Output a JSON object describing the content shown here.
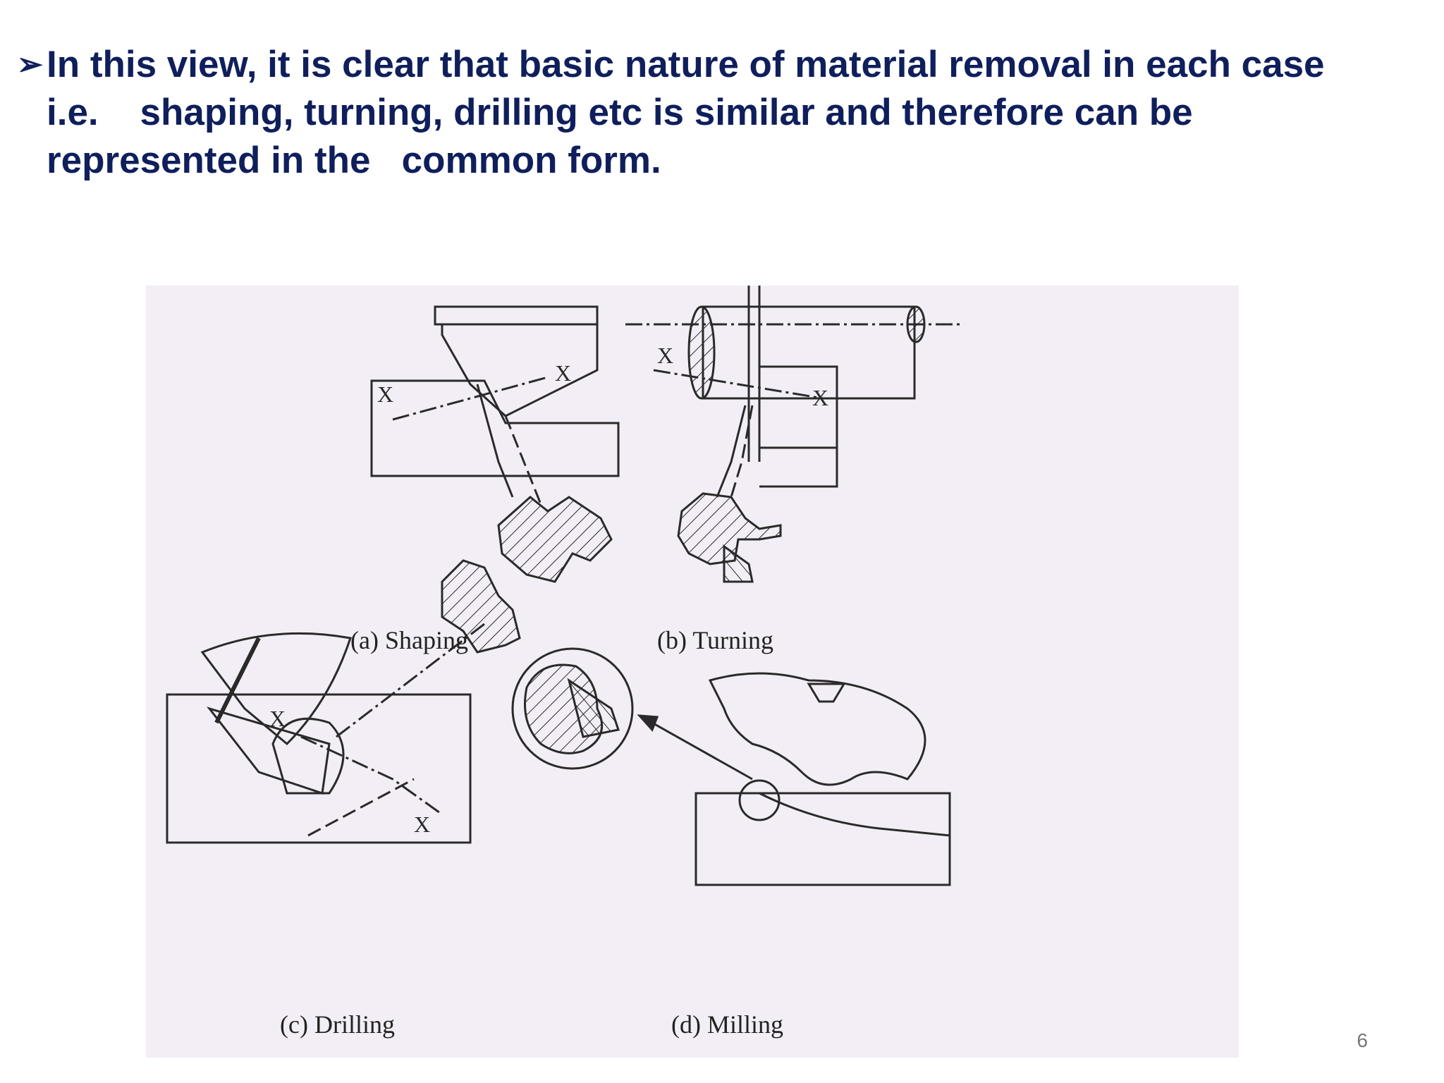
{
  "slide": {
    "bullet_marker": "➢",
    "bullet_lines": [
      "In this view, it is clear that basic nature of material removal in each case",
      "i.e.    shaping, turning, drilling etc is similar and therefore can be",
      "represented in the   common form."
    ],
    "page_number": "6"
  },
  "figure": {
    "captions": {
      "shaping": "(a) Shaping",
      "turning": "(b) Turning",
      "drilling": "(c) Drilling",
      "milling": "(d) Milling"
    },
    "section_marks": {
      "mark": "X"
    }
  },
  "colors": {
    "text_primary": "#0f1f5c",
    "figure_background": "#f3eef6",
    "line_art": "#2a2a2a"
  }
}
